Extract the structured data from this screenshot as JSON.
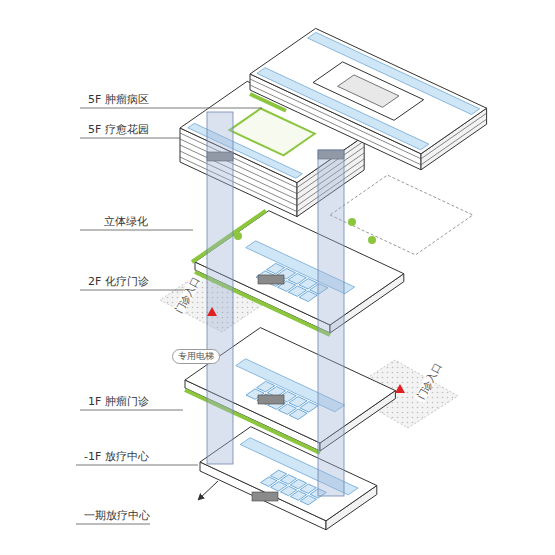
{
  "diagram": {
    "nodes": [
      {
        "text": [
          "专用电梯"
        ]
      }
    ],
    "labels": [
      "5F 肿瘤病区",
      "5F 疗愈花园",
      "立体绿化",
      "2F 化疗门诊",
      "1F 肿瘤门诊",
      "-1F 放疗中心",
      "一期放疗中心",
      "门诊入口",
      "门诊入口"
    ]
  }
}
